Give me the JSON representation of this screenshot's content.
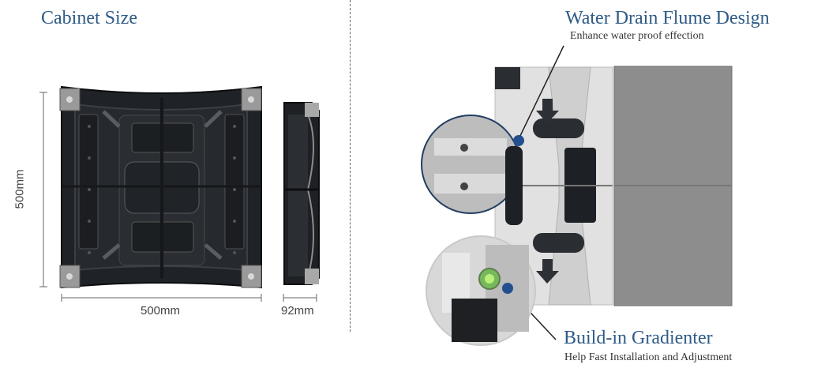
{
  "left": {
    "title": "Cabinet Size",
    "height_label": "500mm",
    "width_label": "500mm",
    "depth_label": "92mm"
  },
  "right": {
    "title": "Water Drain Flume Design",
    "subtitle": "Enhance water proof effection",
    "feature_title": "Build-in Gradienter",
    "feature_subtitle": "Help Fast Installation and Adjustment"
  },
  "colors": {
    "accent": "#2f5b86",
    "cabinet_dark": "#1f2226",
    "metal_light": "#d8d8d8",
    "panel_gray": "#8d8d8d"
  }
}
